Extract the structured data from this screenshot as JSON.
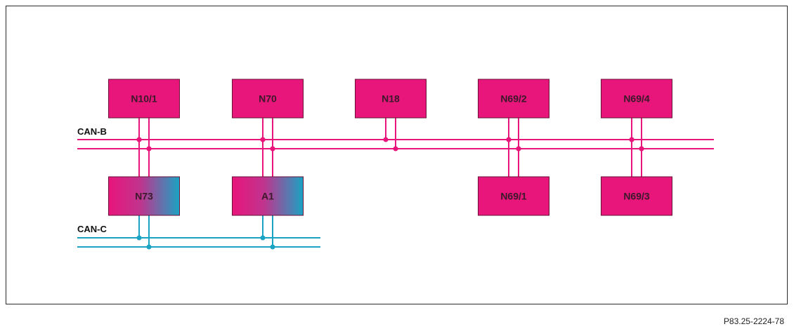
{
  "colors": {
    "can_b": "#e8157a",
    "can_c": "#1aa3c3",
    "node_fill": "#e8157a",
    "node_stroke": "#6a1238",
    "label": "#3a1a2a"
  },
  "buses": {
    "can_b": {
      "label": "CAN-B"
    },
    "can_c": {
      "label": "CAN-C"
    }
  },
  "nodes": [
    {
      "id": "N10/1",
      "label": "N10/1",
      "buses": [
        "CAN-B"
      ]
    },
    {
      "id": "N70",
      "label": "N70",
      "buses": [
        "CAN-B"
      ]
    },
    {
      "id": "N18",
      "label": "N18",
      "buses": [
        "CAN-B"
      ]
    },
    {
      "id": "N69/2",
      "label": "N69/2",
      "buses": [
        "CAN-B"
      ]
    },
    {
      "id": "N69/4",
      "label": "N69/4",
      "buses": [
        "CAN-B"
      ]
    },
    {
      "id": "N73",
      "label": "N73",
      "buses": [
        "CAN-B",
        "CAN-C"
      ]
    },
    {
      "id": "A1",
      "label": "A1",
      "buses": [
        "CAN-B",
        "CAN-C"
      ]
    },
    {
      "id": "N69/1",
      "label": "N69/1",
      "buses": [
        "CAN-B"
      ]
    },
    {
      "id": "N69/3",
      "label": "N69/3",
      "buses": [
        "CAN-B"
      ]
    }
  ],
  "reference_code": "P83.25-2224-78"
}
